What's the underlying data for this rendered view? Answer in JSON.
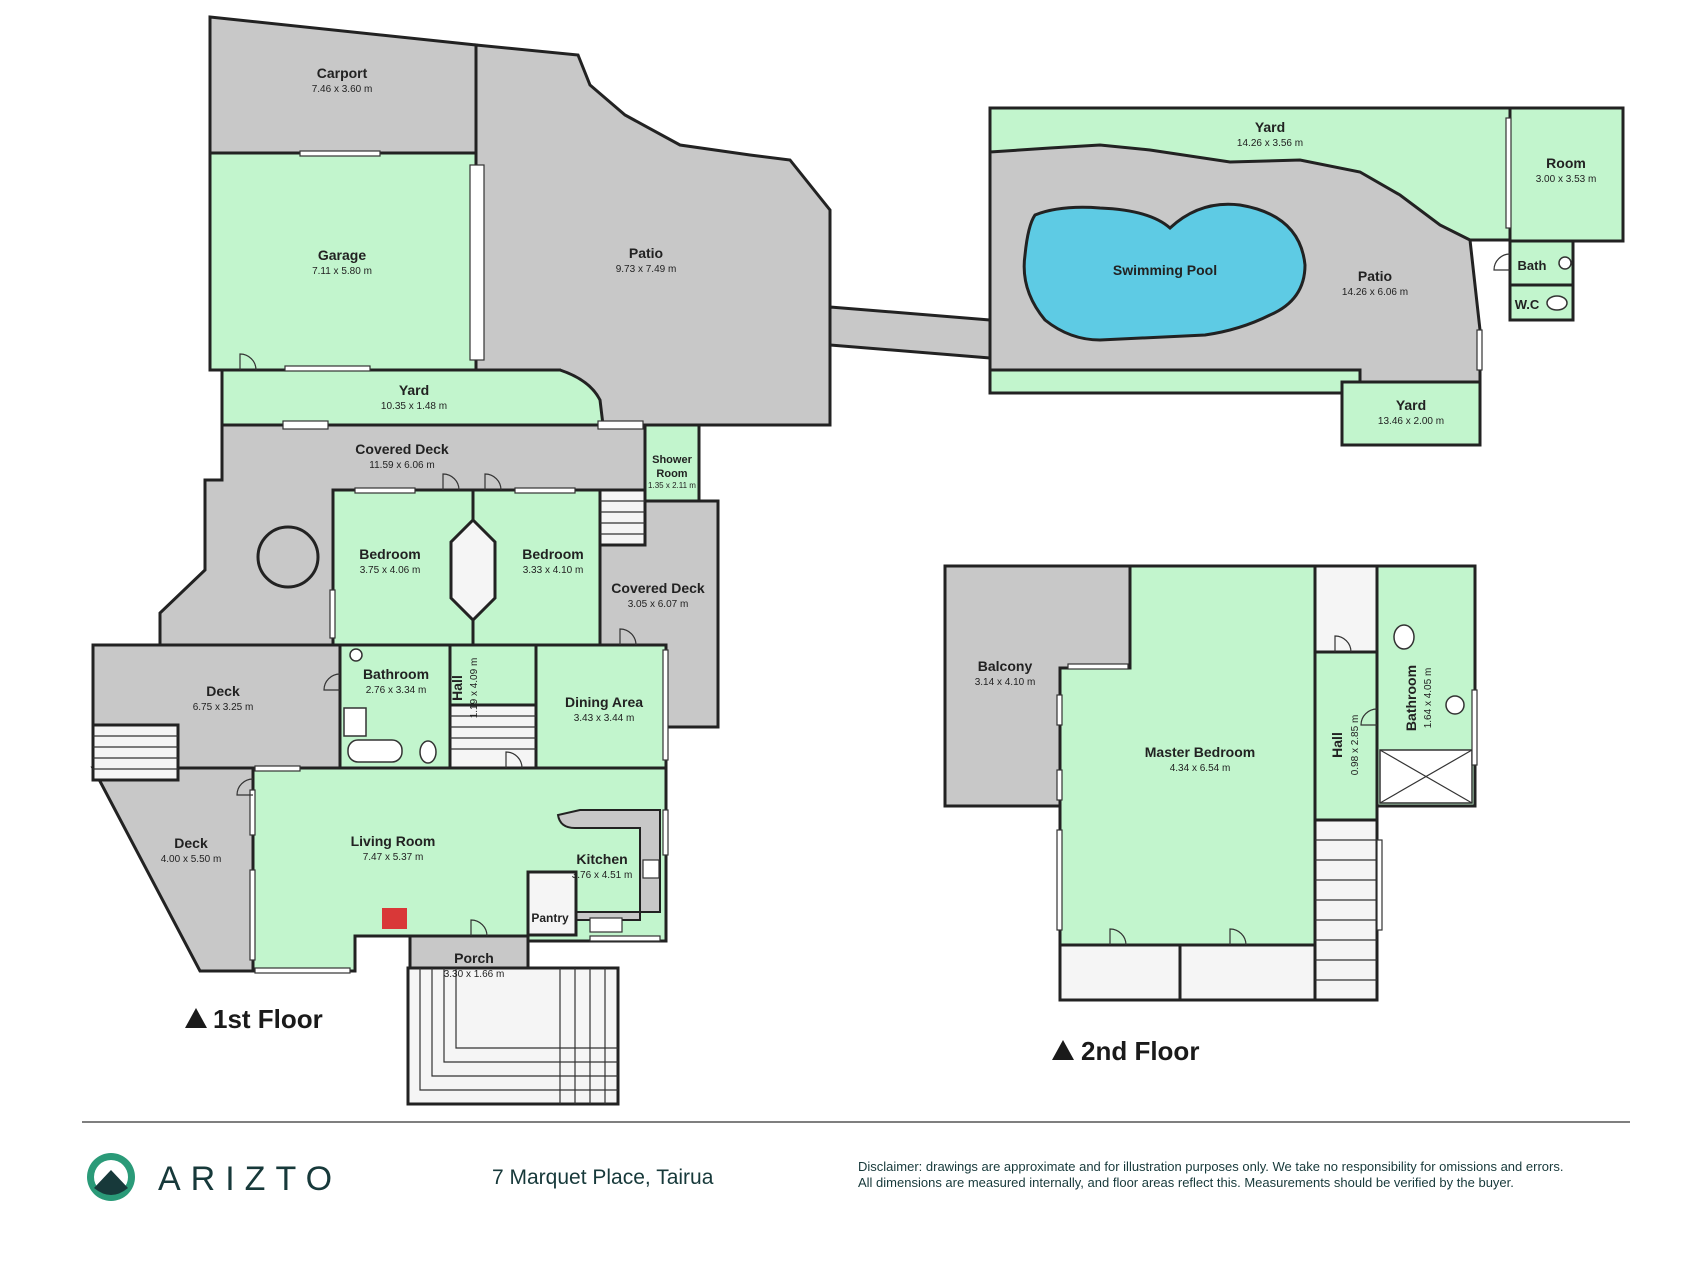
{
  "floor1": {
    "label": "1st Floor",
    "rooms": {
      "carport": {
        "name": "Carport",
        "dims": "7.46 x 3.60 m"
      },
      "garage": {
        "name": "Garage",
        "dims": "7.11 x 5.80 m"
      },
      "patio": {
        "name": "Patio",
        "dims": "9.73 x 7.49 m"
      },
      "yard": {
        "name": "Yard",
        "dims": "10.35 x 1.48 m"
      },
      "covered_deck": {
        "name": "Covered Deck",
        "dims": "11.59 x 6.06 m"
      },
      "shower_room": {
        "name": "Shower Room",
        "name_line1": "Shower",
        "name_line2": "Room",
        "dims": "1.35 x 2.11 m"
      },
      "bedroom1": {
        "name": "Bedroom",
        "dims": "3.75 x 4.06 m"
      },
      "bedroom2": {
        "name": "Bedroom",
        "dims": "3.33 x 4.10 m"
      },
      "covered_deck2": {
        "name": "Covered Deck",
        "dims": "3.05 x 6.07 m"
      },
      "deck1": {
        "name": "Deck",
        "dims": "6.75 x 3.25 m"
      },
      "bathroom": {
        "name": "Bathroom",
        "dims": "2.76 x 3.34 m"
      },
      "hall": {
        "name": "Hall",
        "dims": "1.19 x 4.09 m"
      },
      "dining": {
        "name": "Dining Area",
        "dims": "3.43 x 3.44 m"
      },
      "deck2": {
        "name": "Deck",
        "dims": "4.00 x 5.50 m"
      },
      "living": {
        "name": "Living Room",
        "dims": "7.47 x 5.37 m"
      },
      "kitchen": {
        "name": "Kitchen",
        "dims": "3.76 x 4.51 m"
      },
      "pantry": {
        "name": "Pantry"
      },
      "porch": {
        "name": "Porch",
        "dims": "3.30 x 1.66 m"
      }
    }
  },
  "outdoor": {
    "yard_top": {
      "name": "Yard",
      "dims": "14.26 x 3.56 m"
    },
    "room": {
      "name": "Room",
      "dims": "3.00 x 3.53 m"
    },
    "pool": {
      "name": "Swimming Pool"
    },
    "patio2": {
      "name": "Patio",
      "dims": "14.26 x 6.06 m"
    },
    "bath": {
      "name": "Bath"
    },
    "wc": {
      "name": "W.C"
    },
    "yard_bottom": {
      "name": "Yard",
      "dims": "13.46 x 2.00 m"
    }
  },
  "floor2": {
    "label": "2nd Floor",
    "rooms": {
      "balcony": {
        "name": "Balcony",
        "dims": "3.14 x 4.10 m"
      },
      "master": {
        "name": "Master Bedroom",
        "dims": "4.34 x 6.54 m"
      },
      "hall": {
        "name": "Hall",
        "dims": "0.98 x 2.85 m"
      },
      "bathroom": {
        "name": "Bathroom",
        "dims": "1.64 x 4.05 m"
      }
    }
  },
  "footer": {
    "brand": "ARIZTO",
    "address": "7 Marquet Place, Tairua",
    "disclaimer_line1": "Disclaimer: drawings are approximate and for illustration purposes only. We take no responsibility for omissions and errors.",
    "disclaimer_line2": "All dimensions are measured internally, and floor areas reflect this. Measurements should be verified by the buyer."
  },
  "colors": {
    "outdoor_grey": "#c8c8c8",
    "room_green": "#c2f5cd",
    "pool_blue": "#5ecbe4",
    "marker_red": "#d93838",
    "brand_teal": "#17393a"
  }
}
